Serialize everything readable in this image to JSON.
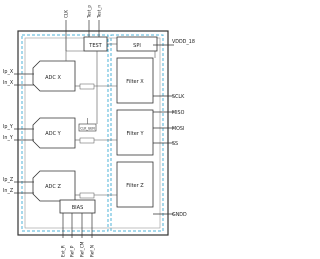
{
  "pins_top": [
    "CLK",
    "Test_p",
    "Test_n"
  ],
  "pins_left": [
    "Ip_X",
    "In_X",
    "Ip_Y",
    "In_Y",
    "Ip_Z",
    "In_Z"
  ],
  "pins_right": [
    "VDDD_18",
    "SCLK",
    "MISO",
    "MOSI",
    "SS",
    "GNDD"
  ],
  "pins_bottom": [
    "Ext_R",
    "Ref_P",
    "Ref_CM",
    "Ref_N"
  ],
  "blocks": {
    "test": "TEST",
    "spi": "SPI",
    "adc_x": "ADC X",
    "adc_y": "ADC Y",
    "adc_z": "ADC Z",
    "clk_gen": "CLK_GEN",
    "filter_x": "Filter X",
    "filter_y": "Filter Y",
    "filter_z": "Filter Z",
    "bias": "BIAS"
  },
  "colors": {
    "outer_border": "#333333",
    "domain_dash": "#4fb3d9",
    "block_fill": "#ffffff",
    "wire": "#555555"
  }
}
